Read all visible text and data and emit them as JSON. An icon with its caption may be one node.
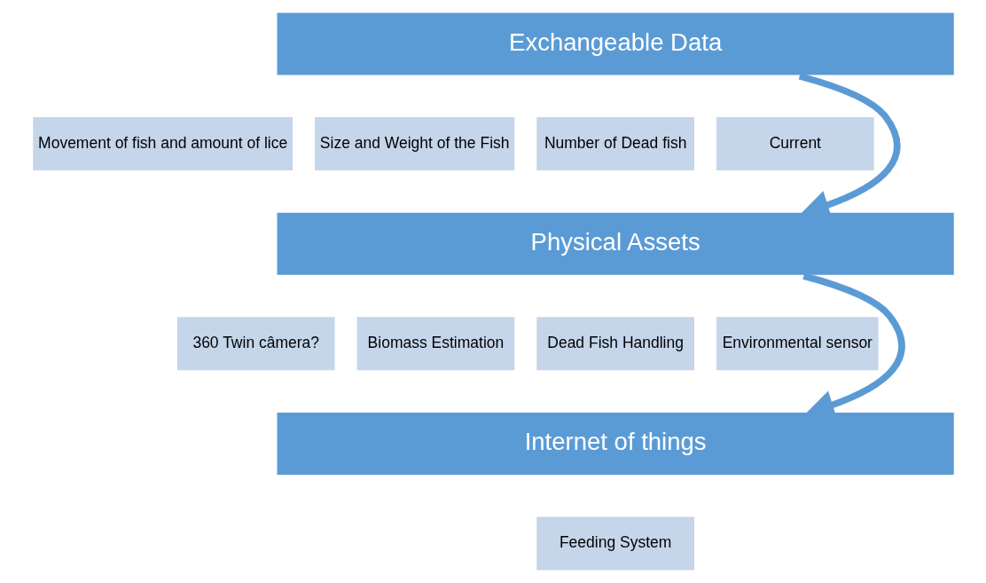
{
  "diagram": {
    "nodes": [
      {
        "text": [
          "Exchangeable Data"
        ]
      },
      {
        "text": [
          "Movement of fish and amount of lice"
        ]
      },
      {
        "text": [
          "Size and Weight of the Fish"
        ]
      },
      {
        "text": [
          "Number of Dead fish"
        ]
      },
      {
        "text": [
          "Current"
        ]
      },
      {
        "text": [
          "Physical Assets"
        ]
      },
      {
        "text": [
          "360 Twin câmera?"
        ]
      },
      {
        "text": [
          "Biomass Estimation"
        ]
      },
      {
        "text": [
          "Dead Fish Handling"
        ]
      },
      {
        "text": [
          "Environmental sensor"
        ]
      },
      {
        "text": [
          "Internet of things"
        ]
      },
      {
        "text": [
          "Feeding System"
        ]
      }
    ],
    "edges": [
      {
        "from": 0,
        "to": 5,
        "arrow": "to"
      },
      {
        "from": 5,
        "to": 10,
        "arrow": "to"
      }
    ]
  }
}
